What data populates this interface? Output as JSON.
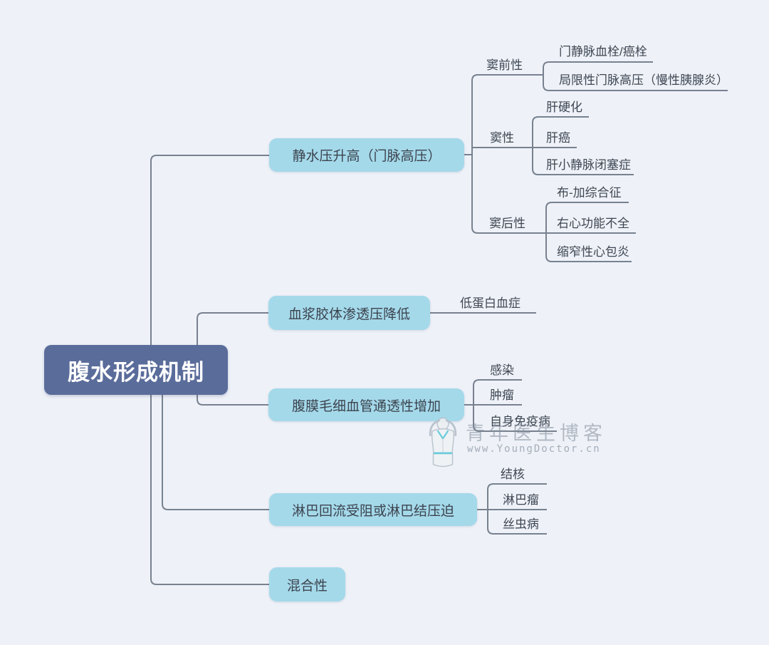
{
  "page": {
    "background_color": "#eef2f8"
  },
  "colors": {
    "root_bg": "#5a6c9a",
    "root_text": "#ffffff",
    "branch_bg": "#a4d9ea",
    "branch_text": "#3c434e",
    "label_text": "#3f4652",
    "line": "#78818f"
  },
  "watermark": {
    "icon": "doctor-figure-icon",
    "brand": "青年医生博客",
    "url": "www.YoungDoctor.cn"
  },
  "mindmap": {
    "root": {
      "label": "腹水形成机制"
    },
    "branches": [
      {
        "label": "静水压升高（门脉高压）",
        "children": [
          {
            "label": "窦前性",
            "children": [
              {
                "label": "门静脉血栓/癌栓"
              },
              {
                "label": "局限性门脉高压（慢性胰腺炎）"
              }
            ]
          },
          {
            "label": "窦性",
            "children": [
              {
                "label": "肝硬化"
              },
              {
                "label": "肝癌"
              },
              {
                "label": "肝小静脉闭塞症"
              }
            ]
          },
          {
            "label": "窦后性",
            "children": [
              {
                "label": "布-加综合征"
              },
              {
                "label": "右心功能不全"
              },
              {
                "label": "缩窄性心包炎"
              }
            ]
          }
        ]
      },
      {
        "label": "血浆胶体渗透压降低",
        "children": [
          {
            "label": "低蛋白血症"
          }
        ]
      },
      {
        "label": "腹膜毛细血管通透性增加",
        "children": [
          {
            "label": "感染"
          },
          {
            "label": "肿瘤"
          },
          {
            "label": "自身免疫病"
          }
        ]
      },
      {
        "label": "淋巴回流受阻或淋巴结压迫",
        "children": [
          {
            "label": "结核"
          },
          {
            "label": "淋巴瘤"
          },
          {
            "label": "丝虫病"
          }
        ]
      },
      {
        "label": "混合性",
        "children": []
      }
    ]
  }
}
